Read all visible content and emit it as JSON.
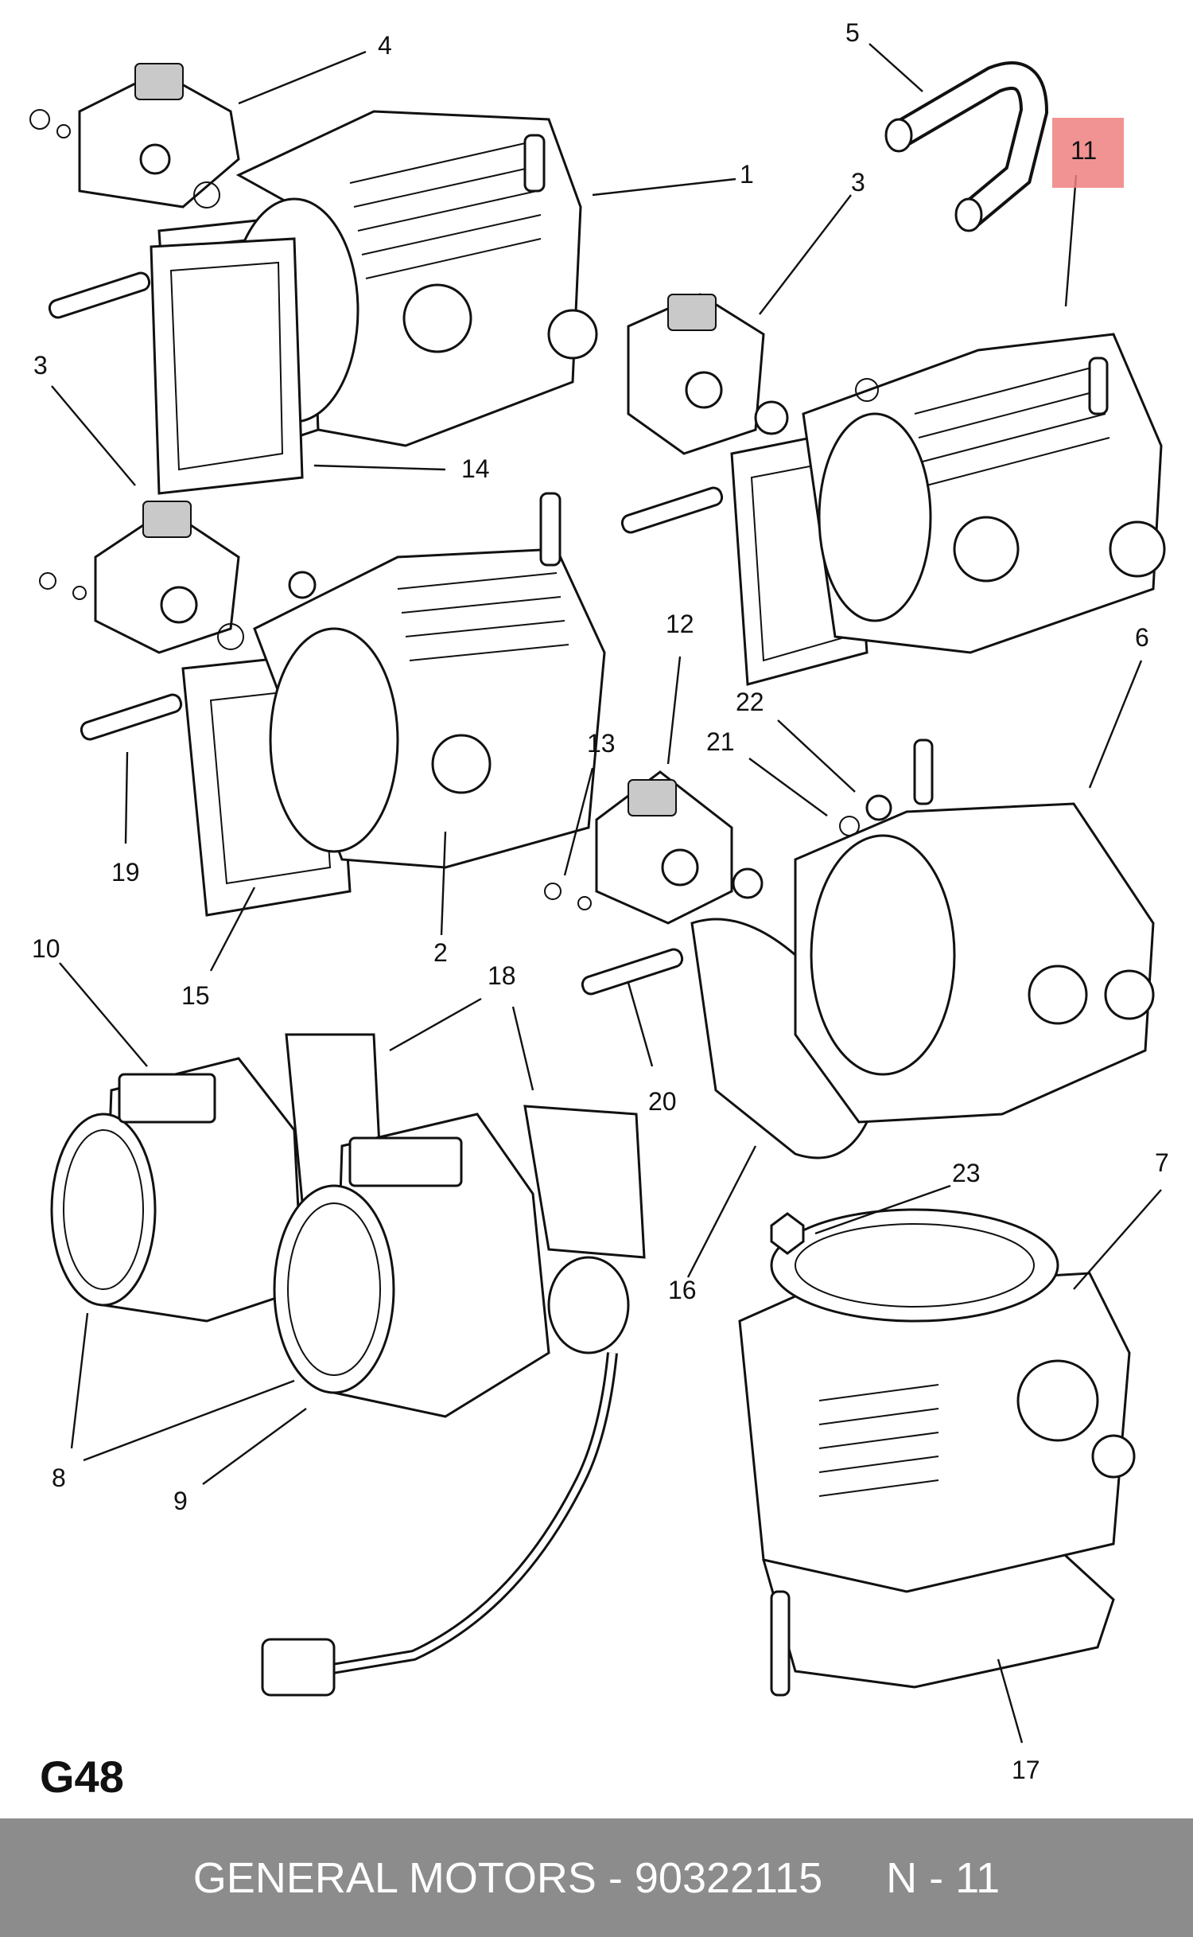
{
  "callouts": [
    {
      "id": "4",
      "label": "4"
    },
    {
      "id": "5",
      "label": "5"
    },
    {
      "id": "11",
      "label": "11",
      "highlighted": true
    },
    {
      "id": "1",
      "label": "1"
    },
    {
      "id": "3a",
      "label": "3"
    },
    {
      "id": "3b",
      "label": "3"
    },
    {
      "id": "14",
      "label": "14"
    },
    {
      "id": "6",
      "label": "6"
    },
    {
      "id": "12",
      "label": "12"
    },
    {
      "id": "22",
      "label": "22"
    },
    {
      "id": "21",
      "label": "21"
    },
    {
      "id": "13",
      "label": "13"
    },
    {
      "id": "19",
      "label": "19"
    },
    {
      "id": "2",
      "label": "2"
    },
    {
      "id": "15",
      "label": "15"
    },
    {
      "id": "10",
      "label": "10"
    },
    {
      "id": "18",
      "label": "18"
    },
    {
      "id": "20",
      "label": "20"
    },
    {
      "id": "16",
      "label": "16"
    },
    {
      "id": "23",
      "label": "23"
    },
    {
      "id": "7",
      "label": "7"
    },
    {
      "id": "8",
      "label": "8"
    },
    {
      "id": "9",
      "label": "9"
    },
    {
      "id": "17",
      "label": "17"
    }
  ],
  "highlight_color": "#f08080",
  "page_code": "G48",
  "footer": {
    "brand_part": "GENERAL MOTORS - 90322115",
    "ref": "N - 11",
    "background": "#8c8c8c"
  }
}
